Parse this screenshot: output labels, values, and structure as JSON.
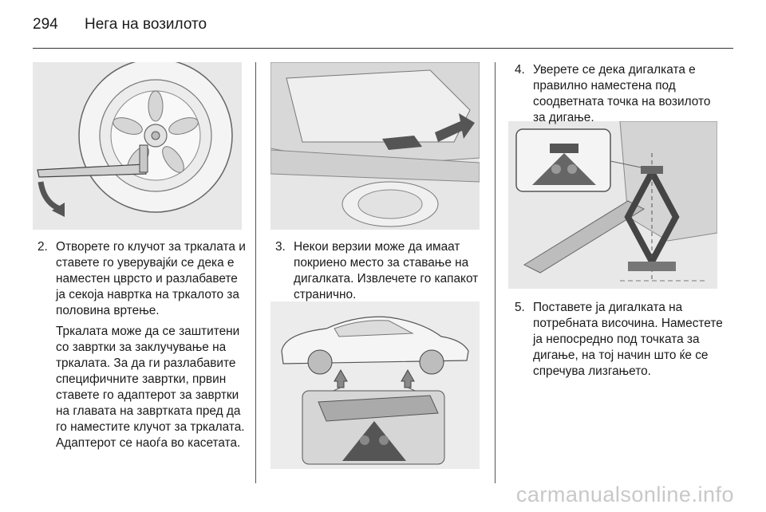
{
  "header": {
    "page_number": "294",
    "title": "Нега на возилото"
  },
  "steps": {
    "step2": {
      "number": "2.",
      "paragraph1": "Отворете го клучот за тркалата и ставете го уверувајќи се дека е наместен цврсто и разлабавете ја секоја навртка на тркалото за половина вртење.",
      "paragraph2": "Тркалата може да се заштитени со завртки за заклучување на тркалата. За да ги разлабавите специфичните завртки, првин ставете го адаптерот за завртки на главата на завртката пред да го наместите клучот за тркалата. Адаптерот се наоѓа во касетата."
    },
    "step3": {
      "number": "3.",
      "text": "Некои верзии може да имаат покриено место за ставање на дигалката. Извлечете го капакот странично."
    },
    "step4": {
      "number": "4.",
      "text": "Уверете се дека дигалката е правилно наместена под соодветната точка на возилото за дигање."
    },
    "step5": {
      "number": "5.",
      "text": "Поставете ја дигалката на потребната височина. Наместете ја непосредно под точката за дигање, на тој начин што ќе се спречува лизгањето."
    }
  },
  "footer": {
    "watermark": "carmanualsonline.info"
  }
}
